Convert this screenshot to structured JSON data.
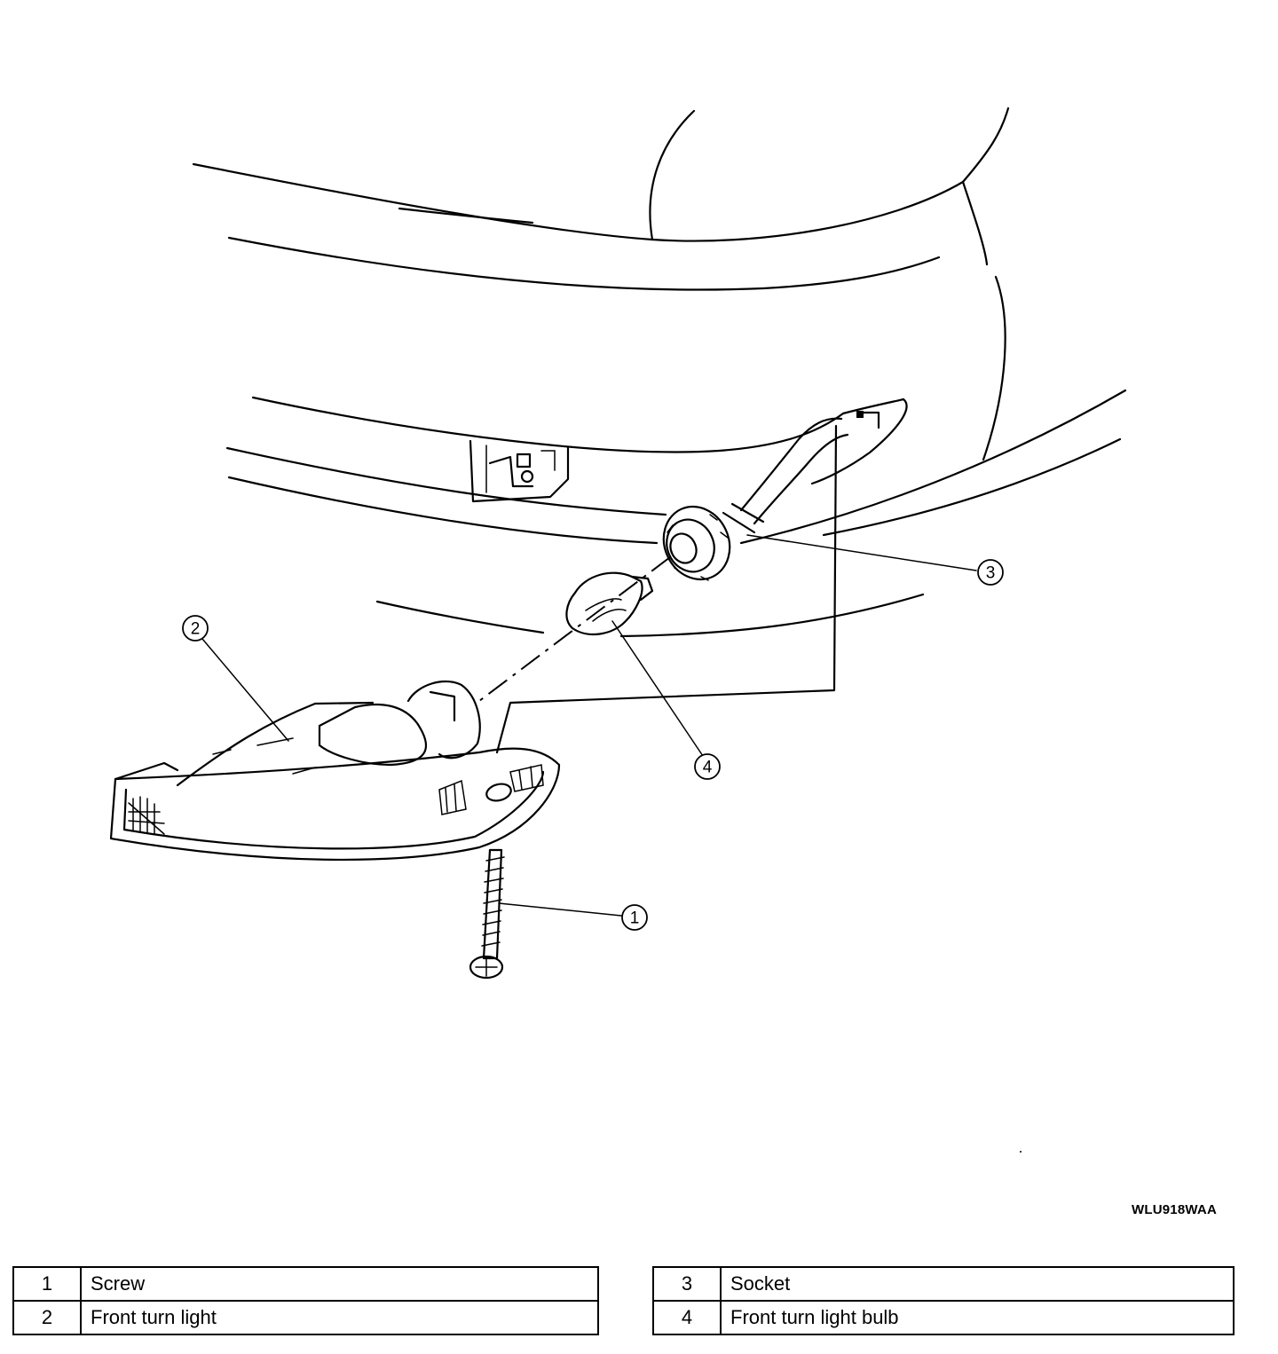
{
  "figure": {
    "code": "WLU918WAA",
    "callouts": [
      "1",
      "2",
      "3",
      "4"
    ]
  },
  "legend": {
    "left": [
      {
        "num": "1",
        "label": "Screw"
      },
      {
        "num": "2",
        "label": "Front turn light"
      }
    ],
    "right": [
      {
        "num": "3",
        "label": "Socket"
      },
      {
        "num": "4",
        "label": "Front turn light bulb"
      }
    ]
  }
}
